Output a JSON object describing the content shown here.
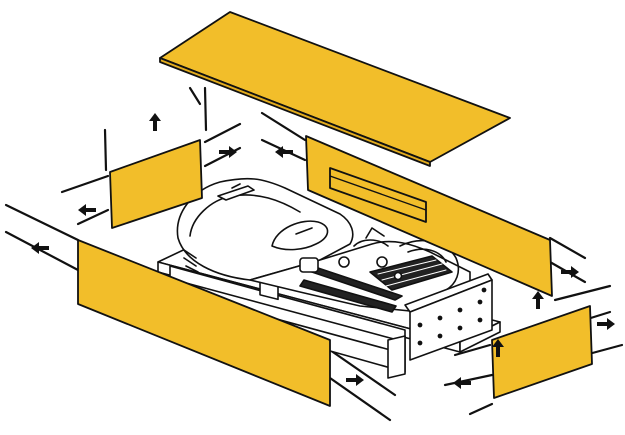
{
  "diagram": {
    "colors": {
      "panel": "#F2BE2A",
      "outline": "#111111",
      "machine": "#FFFFFF",
      "pallet": "#FFFFFF",
      "arrow": "#111111"
    },
    "panels": [
      {
        "id": "lid",
        "role": "top lid panel",
        "move_direction": "up"
      },
      {
        "id": "left-end",
        "role": "left end panel",
        "move_direction": "left"
      },
      {
        "id": "back",
        "role": "back long panel",
        "move_direction": "right"
      },
      {
        "id": "front",
        "role": "front long panel",
        "move_direction": "left"
      },
      {
        "id": "right-end",
        "role": "right end panel",
        "move_direction": "right"
      }
    ],
    "arrow_icons": [
      "arrow-up-icon",
      "arrow-left-icon",
      "arrow-right-icon"
    ]
  }
}
